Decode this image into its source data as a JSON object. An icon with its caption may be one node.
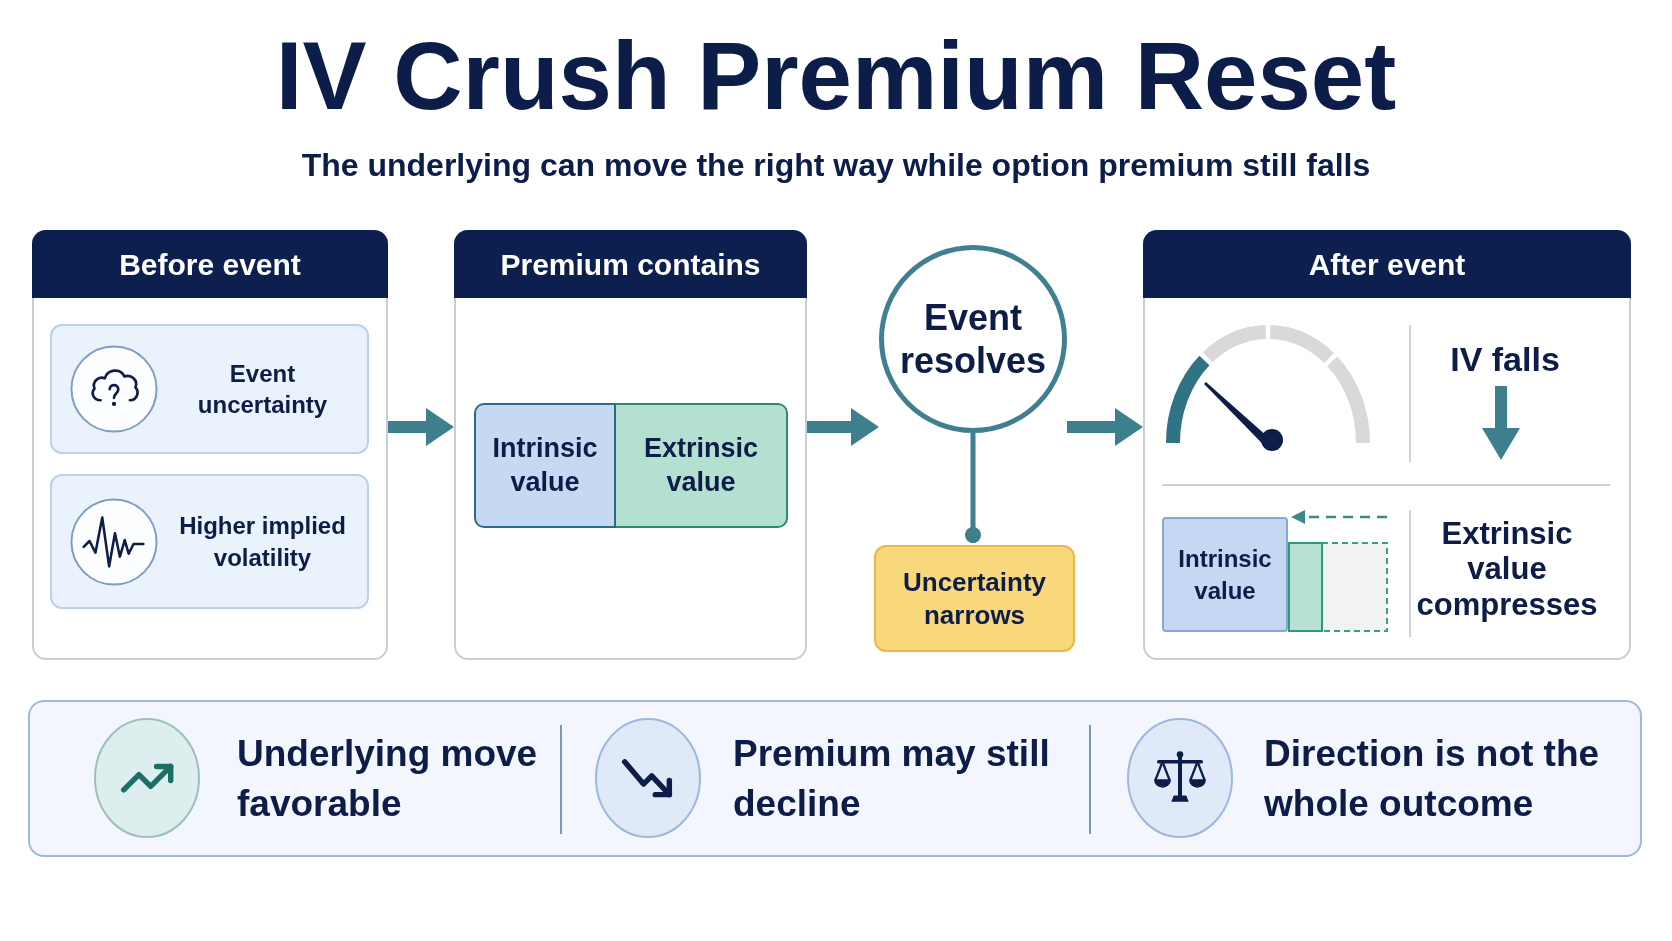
{
  "diagram": {
    "title": "IV Crush Premium Reset",
    "nodes": [
      {
        "text": [
          "Before event"
        ]
      },
      {
        "text": [
          "Event uncertainty"
        ],
        "in": 0
      },
      {
        "text": [
          "Higher implied volatility"
        ],
        "in": 0
      },
      {
        "text": [
          "Premium contains"
        ]
      },
      {
        "text": [
          "Intrinsic value"
        ],
        "in": 3
      },
      {
        "text": [
          "Extrinsic value"
        ],
        "in": 3
      },
      {
        "text": [
          "Event resolves"
        ]
      },
      {
        "text": [
          "Uncertainty narrows"
        ]
      },
      {
        "text": [
          "After event",
          "IV falls",
          "Extrinsic value compresses"
        ]
      },
      {
        "text": [
          "Intrinsic value"
        ],
        "in": 8
      },
      {
        "text": [
          "Underlying move favorable",
          "Premium may still decline",
          "Direction is not the whole outcome"
        ]
      }
    ],
    "edges": [
      {
        "from": 0,
        "to": 3,
        "arrow": "to"
      },
      {
        "from": 3,
        "to": 6,
        "arrow": "to"
      },
      {
        "from": 6,
        "to": 8,
        "arrow": "to"
      },
      {
        "from": 6,
        "to": 7,
        "arrow": "other"
      }
    ],
    "labels": [
      "The underlying can move the right way while option premium still falls"
    ]
  }
}
